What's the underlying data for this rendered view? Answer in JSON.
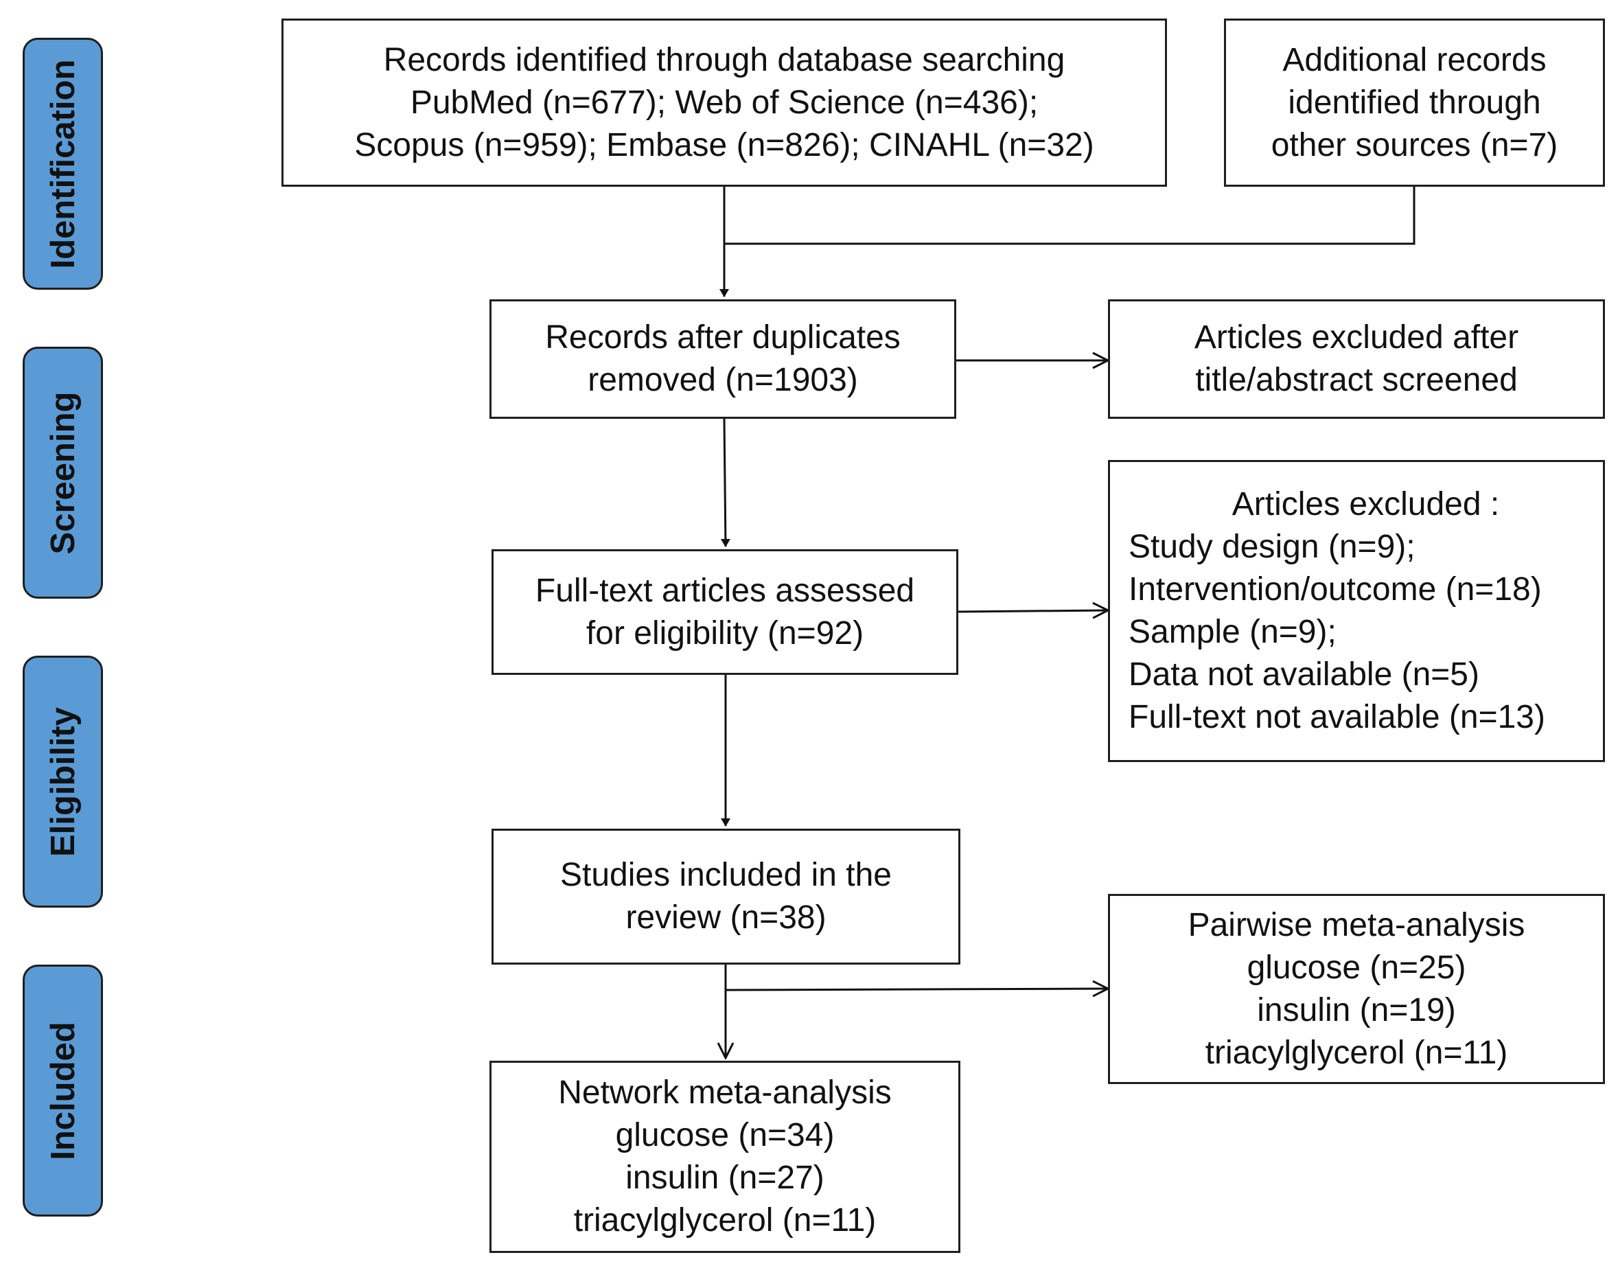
{
  "phases": {
    "identification": "Identification",
    "screening": "Screening",
    "eligibility": "Eligibility",
    "included": "Included"
  },
  "boxes": {
    "database_search": {
      "lines": [
        "Records identified through database searching",
        "PubMed (n=677); Web of Science (n=436);",
        "Scopus (n=959); Embase (n=826); CINAHL (n=32)"
      ]
    },
    "other_sources": {
      "lines": [
        "Additional records",
        "identified through",
        "other sources (n=7)"
      ]
    },
    "duplicates_removed": {
      "lines": [
        "Records after duplicates",
        "removed (n=1903)"
      ]
    },
    "excluded_title_abstract": {
      "lines": [
        "Articles excluded after",
        "title/abstract screened"
      ]
    },
    "fulltext_assessed": {
      "lines": [
        "Full-text articles assessed",
        "for eligibility (n=92)"
      ]
    },
    "excluded_fulltext": {
      "lines": [
        "Articles excluded :",
        "Study design (n=9);",
        "Intervention/outcome (n=18)",
        "Sample (n=9);",
        "Data not available (n=5)",
        "Full-text not available (n=13)"
      ]
    },
    "included_review": {
      "lines": [
        "Studies included in the",
        "review (n=38)"
      ]
    },
    "pairwise_meta": {
      "lines": [
        "Pairwise meta-analysis",
        "glucose (n=25)",
        "insulin (n=19)",
        "triacylglycerol (n=11)"
      ]
    },
    "network_meta": {
      "lines": [
        "Network meta-analysis",
        "glucose (n=34)",
        "insulin (n=27)",
        "triacylglycerol (n=11)"
      ]
    }
  }
}
